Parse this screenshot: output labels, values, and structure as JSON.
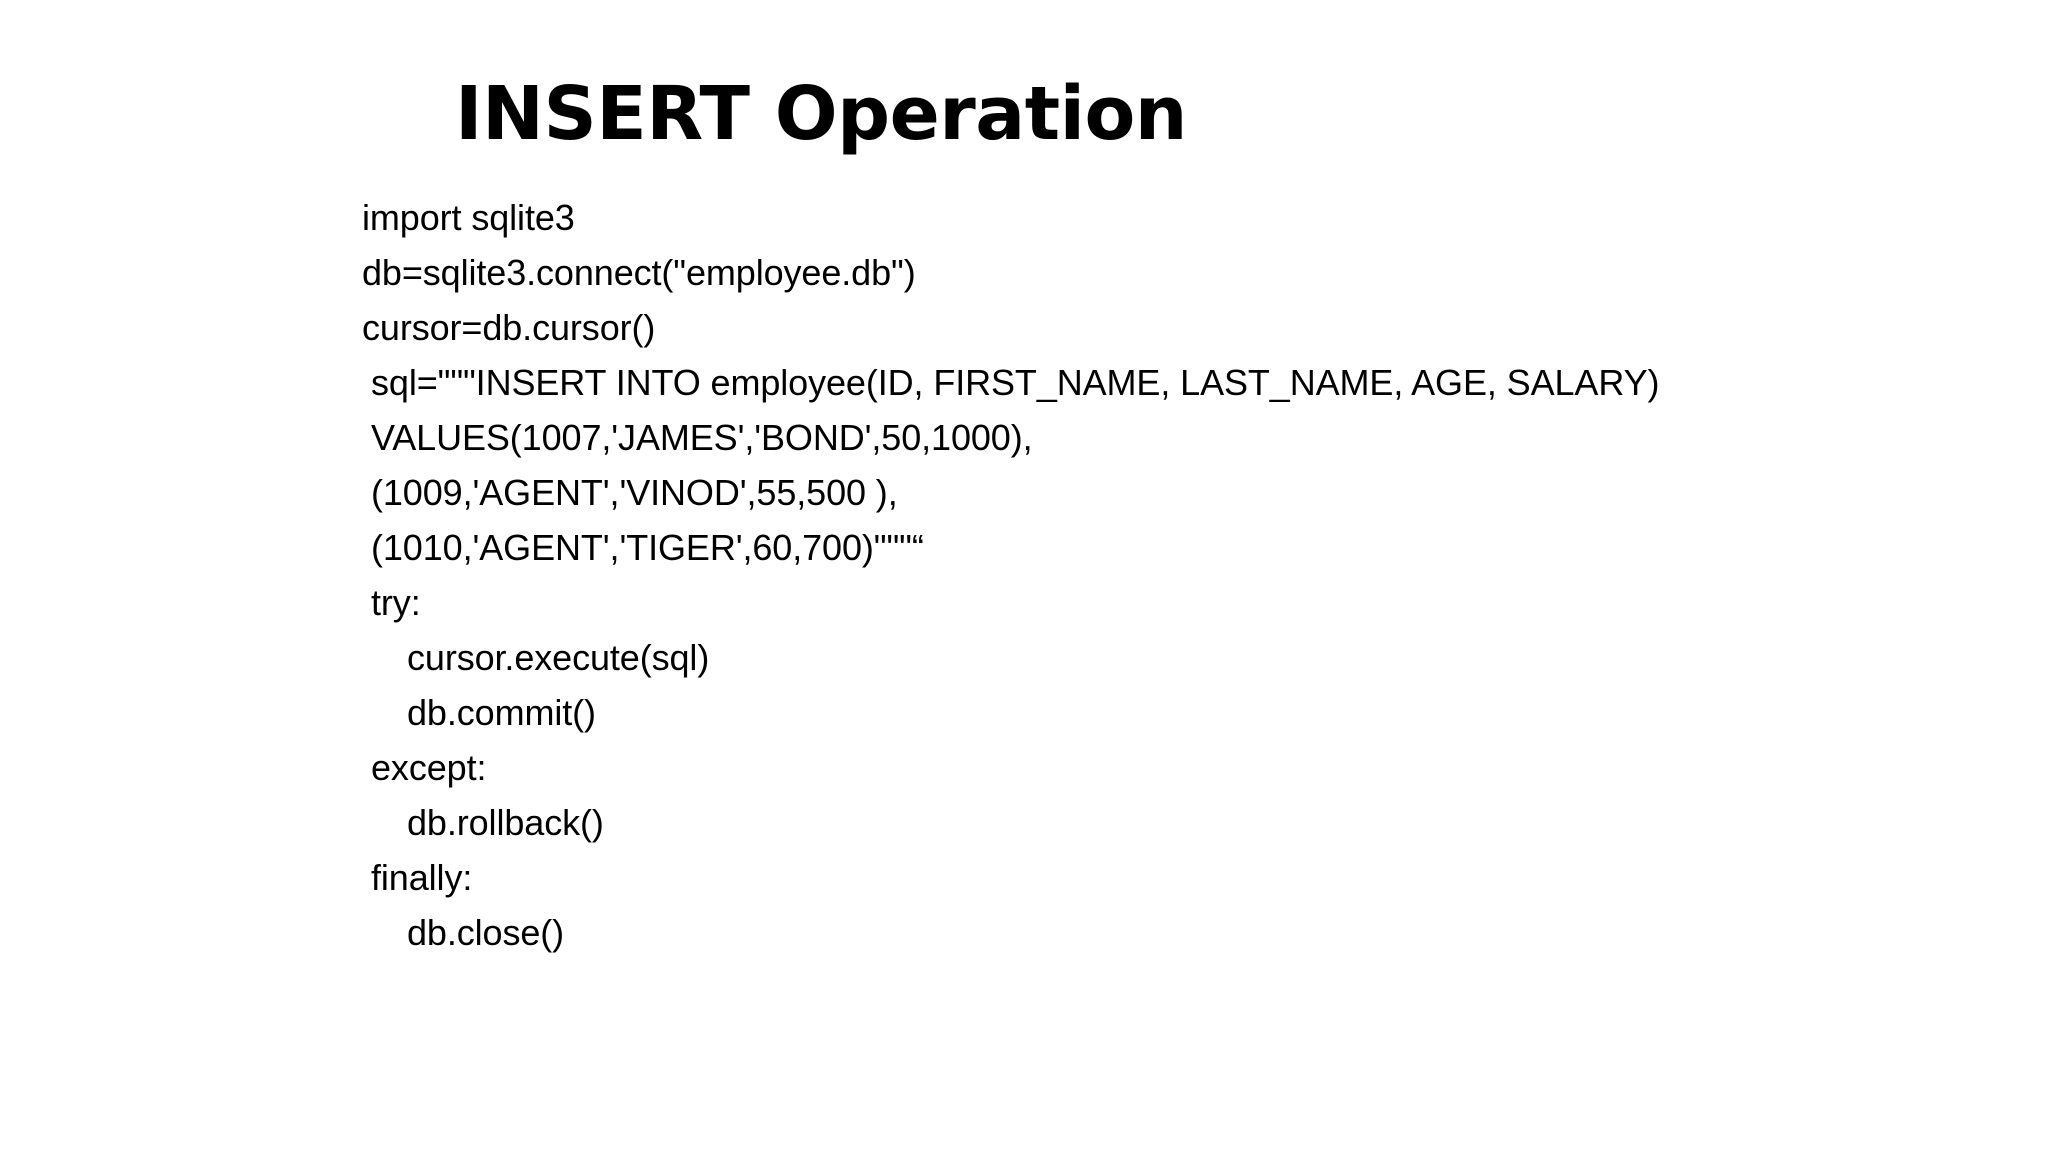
{
  "slide": {
    "background_color": "#ffffff",
    "text_color": "#000000",
    "title": "INSERT Operation"
  },
  "code": {
    "language": "python",
    "lines": [
      {
        "text": "import sqlite3",
        "indent": 0
      },
      {
        "text": "db=sqlite3.connect(\"employee.db\")",
        "indent": 0
      },
      {
        "text": "cursor=db.cursor()",
        "indent": 0
      },
      {
        "text": "sql=\"\"\"INSERT INTO employee(ID, FIRST_NAME, LAST_NAME, AGE, SALARY)",
        "indent": 1
      },
      {
        "text": "VALUES(1007,'JAMES','BOND',50,1000),",
        "indent": 1
      },
      {
        "text": "(1009,'AGENT','VINOD',55,500 ),",
        "indent": 1
      },
      {
        "text": "(1010,'AGENT','TIGER',60,700)\"\"\"“",
        "indent": 1
      },
      {
        "text": "try:",
        "indent": 1
      },
      {
        "text": "cursor.execute(sql)",
        "indent": 2
      },
      {
        "text": "db.commit()",
        "indent": 2
      },
      {
        "text": "except:",
        "indent": 1
      },
      {
        "text": "db.rollback()",
        "indent": 2
      },
      {
        "text": "finally:",
        "indent": 1
      },
      {
        "text": "db.close()",
        "indent": 2
      }
    ]
  }
}
